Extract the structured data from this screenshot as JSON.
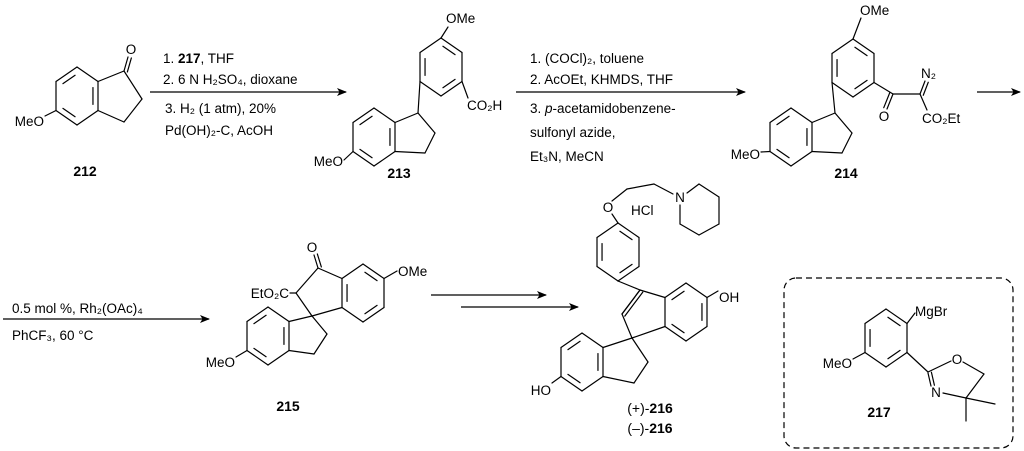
{
  "compounds": {
    "c212": "212",
    "c213": "213",
    "c214": "214",
    "c215": "215",
    "c216": "216",
    "c216_plus_prefix": "(+)-",
    "c216_minus_prefix": "(–)-",
    "c217": "217"
  },
  "step1": {
    "line1_prefix": "1. ",
    "line1_bold": "217",
    "line1_suffix": ", THF",
    "line2": "2. 6 N H₂SO₄, dioxane",
    "line3": "3. H₂ (1 atm), 20%",
    "line4": "Pd(OH)₂-C, AcOH"
  },
  "step2": {
    "line1": "1. (COCl)₂, toluene",
    "line2": "2. AcOEt, KHMDS, THF",
    "line3_prefix": "3. ",
    "line3_italic": "p",
    "line3_rest": "-acetamidobenzene-",
    "line4": "sulfonyl azide,",
    "line5": "Et₃N, MeCN"
  },
  "step3": {
    "line1": "0.5 mol %, Rh₂(OAc)₄",
    "line2": "PhCF₃, 60 °C"
  },
  "atoms": {
    "meo": "MeO",
    "ome": "OMe",
    "o": "O",
    "co2h": "CO₂H",
    "n2": "N₂",
    "co2et": "CO₂Et",
    "eto2c": "EtO₂C",
    "oh": "OH",
    "ho": "HO",
    "hcl": "HCl",
    "n": "N",
    "mgbr": "MgBr"
  }
}
